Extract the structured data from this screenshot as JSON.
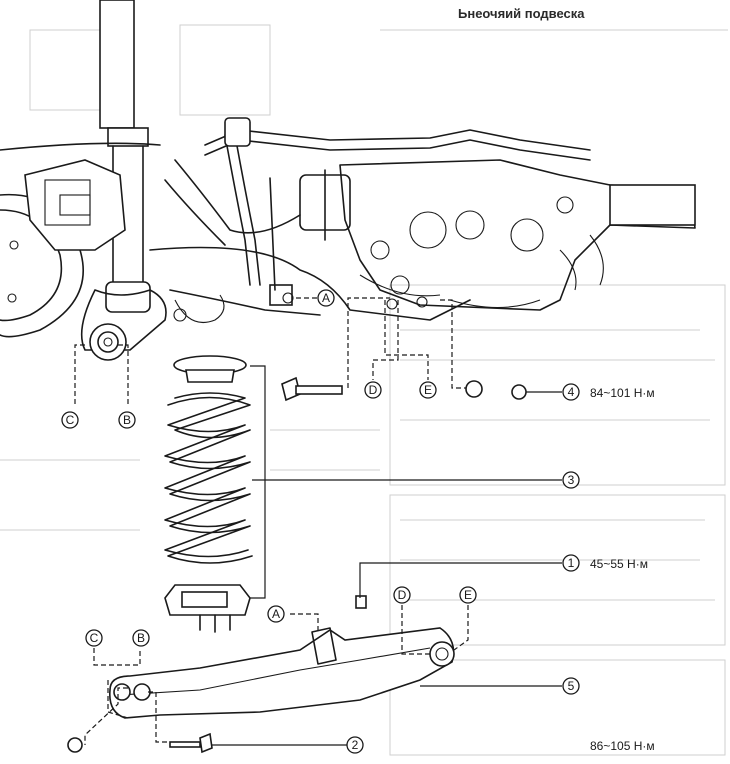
{
  "header": {
    "text": "Ьнеочяий подвеска"
  },
  "labels": {
    "A": "A",
    "B": "B",
    "C": "C",
    "D": "D",
    "E": "E",
    "n1": "1",
    "n2": "2",
    "n3": "3",
    "n4": "4",
    "n5": "5"
  },
  "torques": {
    "t1": "45~55 Н·м",
    "t4": "84~101 Н·м",
    "t6": "86~105 Н·м"
  }
}
